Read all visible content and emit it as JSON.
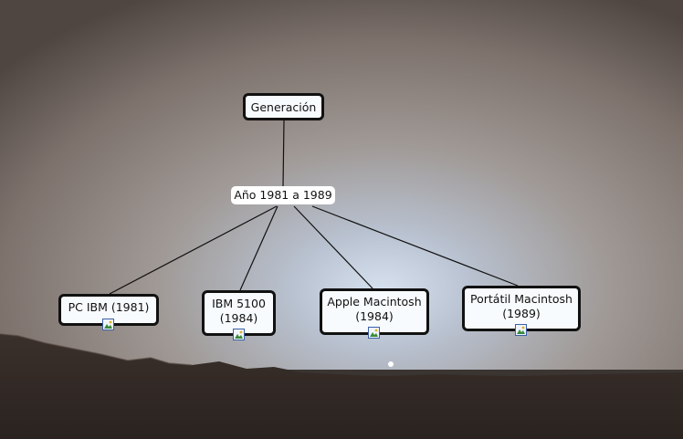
{
  "colors": {
    "node_background": "#f7fbfd",
    "node_border": "#111111",
    "connector": "#111111",
    "phrase_background": "#ffffff"
  },
  "concept_map": {
    "root": {
      "label": "Generación"
    },
    "linking_phrase": {
      "label": "Año 1981 a 1989"
    },
    "children": [
      {
        "label": "PC IBM (1981)",
        "icon": "image-icon"
      },
      {
        "label": "IBM 5100\n(1984)",
        "icon": "image-icon"
      },
      {
        "label": "Apple Macintosh\n(1984)",
        "icon": "image-icon"
      },
      {
        "label": "Portátil Macintosh\n(1989)",
        "icon": "image-icon"
      }
    ]
  }
}
